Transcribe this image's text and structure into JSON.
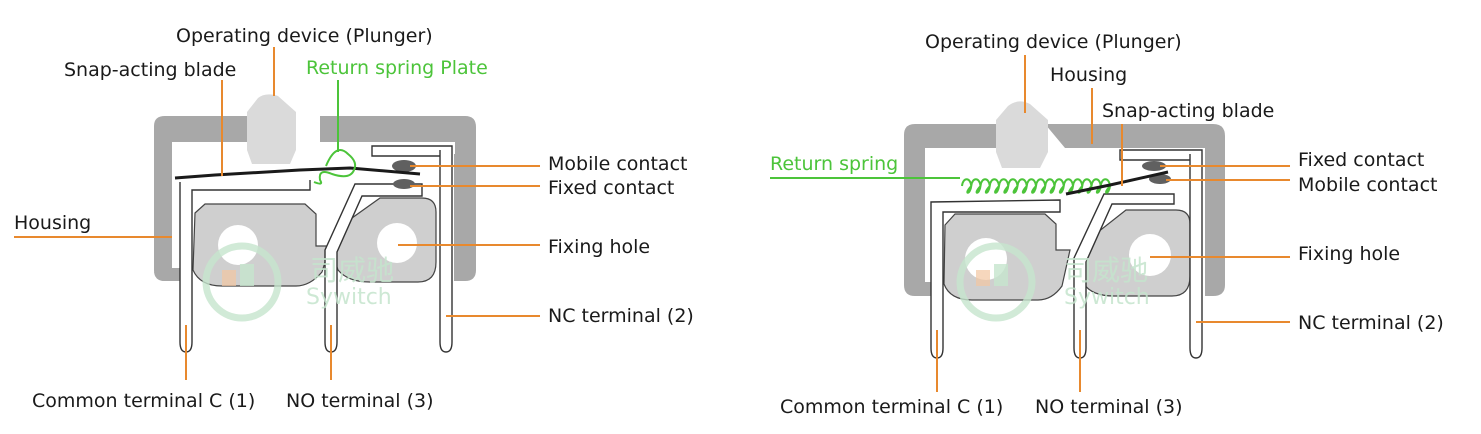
{
  "colors": {
    "housing_fill": "#a8a8a8",
    "part_fill": "#cfcfcf",
    "plunger_fill": "#dadada",
    "leader": "#e8892e",
    "spring": "#4cc43a",
    "label_text": "#1a1a1a",
    "blade": "#1a1a1a",
    "watermark": "#c5e5cd"
  },
  "watermark": {
    "cn": "司威驰",
    "en": "Sywitch"
  },
  "left": {
    "operating_device": "Operating device (Plunger)",
    "snap_blade": "Snap-acting blade",
    "return_spring_plate": "Return spring Plate",
    "mobile_contact": "Mobile contact",
    "fixed_contact": "Fixed contact",
    "housing": "Housing",
    "fixing_hole": "Fixing hole",
    "nc_terminal": "NC terminal (2)",
    "common_terminal": "Common terminal C (1)",
    "no_terminal": "NO terminal (3)"
  },
  "right": {
    "operating_device": "Operating device (Plunger)",
    "housing": "Housing",
    "snap_blade": "Snap-acting blade",
    "return_spring": "Return spring",
    "fixed_contact": "Fixed contact",
    "mobile_contact": "Mobile contact",
    "fixing_hole": "Fixing hole",
    "nc_terminal": "NC terminal (2)",
    "common_terminal": "Common terminal C (1)",
    "no_terminal": "NO terminal (3)"
  }
}
